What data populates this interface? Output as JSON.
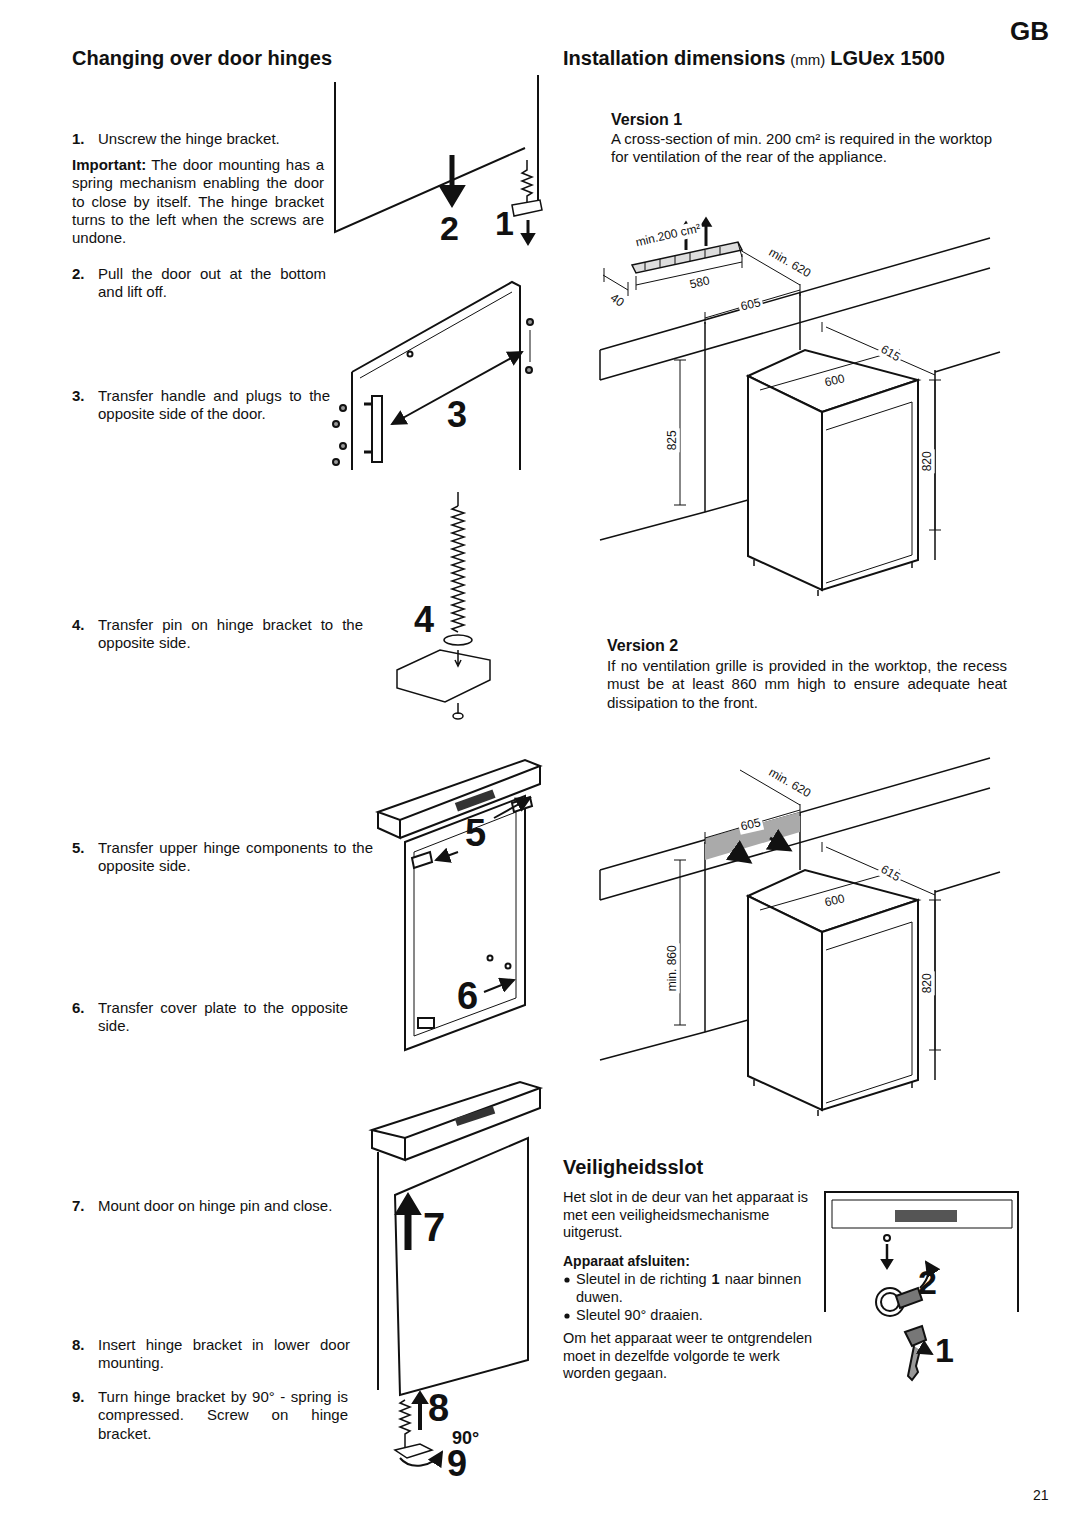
{
  "diagram": {
    "labels": [
      "GB",
      "Changing over door hinges",
      "Installation dimensions",
      "(mm)",
      "LGUex 1500",
      "1.",
      "Unscrew the hinge bracket.",
      "Important:",
      "The door mounting has a spring mechanism enabling the door to close by itself. The hinge bracket turns to the left when the screws are undone.",
      "2.",
      "Pull the door out at the bottom and lift off.",
      "3.",
      "Transfer handle and plugs to the opposite side of the door.",
      "4.",
      "Transfer pin on hinge bracket to the opposite side.",
      "5.",
      "Transfer upper hinge components to the opposite side.",
      "6.",
      "Transfer cover plate to the opposite side.",
      "7.",
      "Mount door on hinge pin and close.",
      "8.",
      "Insert hinge bracket in lower door mounting.",
      "9.",
      "Turn hinge bracket by 90° - spring is compressed. Screw on hinge bracket.",
      "2",
      "1",
      "3",
      "4",
      "5",
      "6",
      "7",
      "8",
      "90°",
      "9",
      "Version 1",
      "A cross-section of min. 200 cm² is required in the worktop for ventilation of the rear of the appliance.",
      "min.200 cm²",
      "min. 620",
      "580",
      "40",
      "605",
      "615",
      "600",
      "825",
      "820",
      "Version 2",
      "If no ventilation grille is provided in the worktop, the recess must be at least 860 mm high to ensure adequate heat dissipation to the front.",
      "min. 620",
      "605",
      "615",
      "600",
      "min. 860",
      "820",
      "Veiligheidsslot",
      "Het slot in de deur van het apparaat is met een veiligheidsmechanisme uitgerust.",
      "Apparaat afsluiten:",
      "Sleutel in de richting",
      "1",
      "naar binnen duwen.",
      "Sleutel 90° draaien.",
      "Om het apparaat weer te ontgrendelen moet in dezelfde volgorde te werk worden gegaan.",
      "2",
      "1",
      "21"
    ]
  }
}
